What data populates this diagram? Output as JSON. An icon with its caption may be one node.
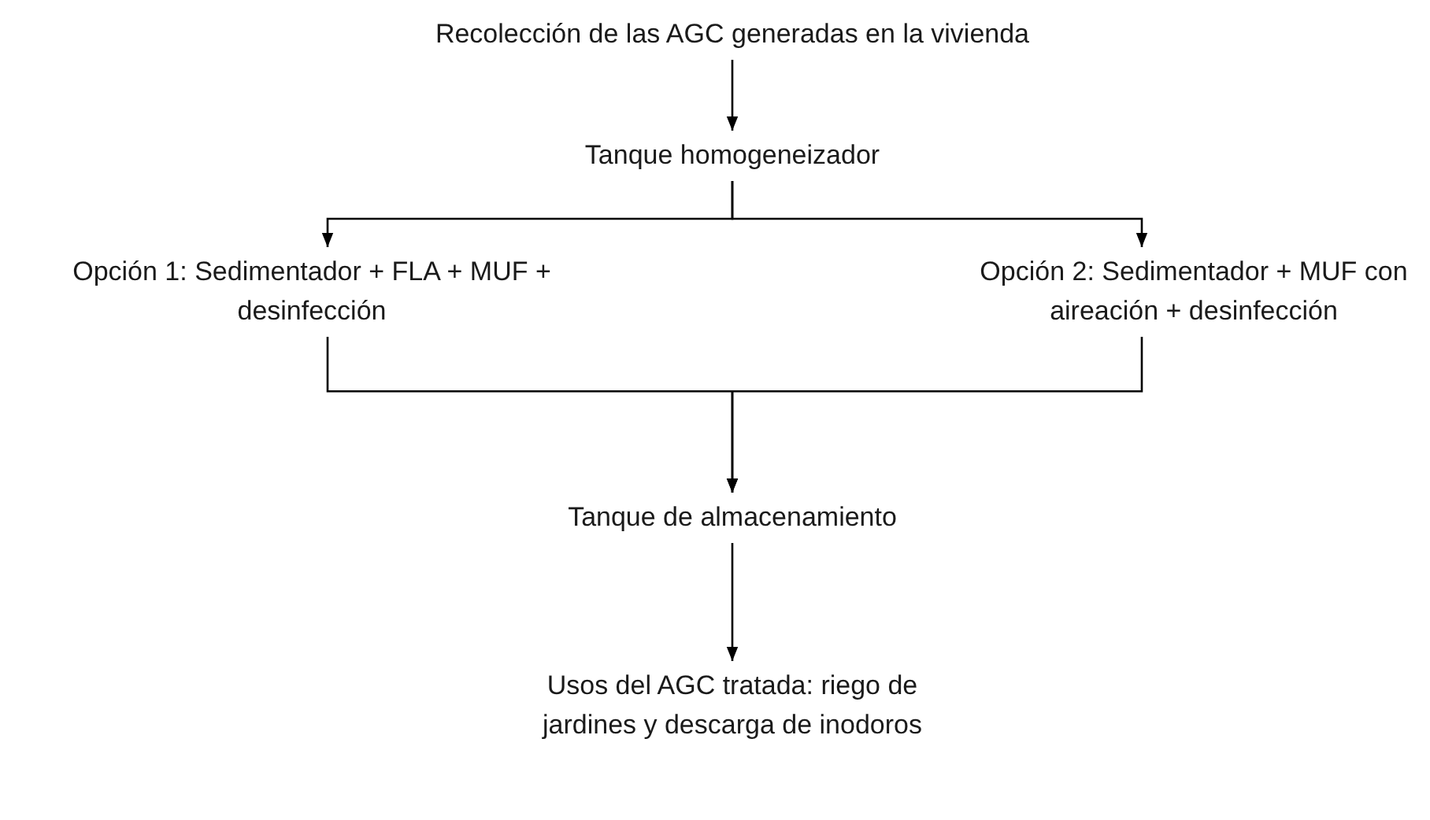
{
  "diagram": {
    "nodes": [
      {
        "text": [
          "Recolección de las AGC generadas en la vivienda"
        ]
      },
      {
        "text": [
          "Tanque homogeneizador"
        ]
      },
      {
        "text": [
          "Opción 1: Sedimentador + FLA + MUF + desinfección"
        ]
      },
      {
        "text": [
          "Opción 2: Sedimentador + MUF con aireación + desinfección"
        ]
      },
      {
        "text": [
          "Tanque de almacenamiento"
        ]
      },
      {
        "text": [
          "Usos del AGC tratada: riego de jardines y descarga de inodoros"
        ]
      }
    ],
    "edges": [
      {
        "from": 0,
        "to": 1,
        "arrow": "to"
      },
      {
        "from": 1,
        "to": 2,
        "arrow": "to"
      },
      {
        "from": 1,
        "to": 3,
        "arrow": "to"
      },
      {
        "from": 2,
        "to": 4,
        "arrow": "to"
      },
      {
        "from": 3,
        "to": 4,
        "arrow": "to"
      },
      {
        "from": 4,
        "to": 5,
        "arrow": "to"
      }
    ]
  }
}
